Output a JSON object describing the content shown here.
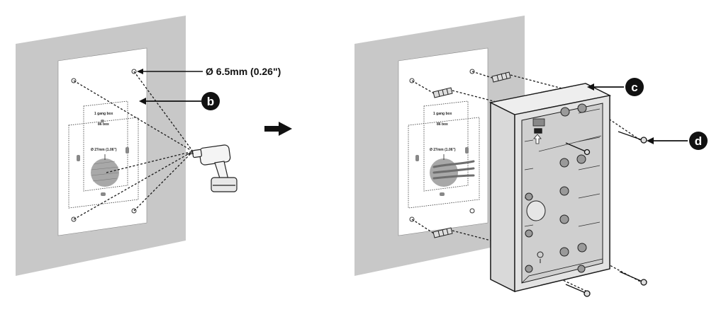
{
  "annotations": {
    "drill_size": "Ø 6.5mm (0.26\")",
    "callout_b": "b",
    "callout_c": "c",
    "callout_d": "d"
  },
  "template_left": {
    "gang_box_label": "1 gang box",
    "box_label": "86 box",
    "hole_label": "Ø 27mm (1.06\")"
  },
  "template_right": {
    "gang_box_label": "1 gang box",
    "box_label": "86 box",
    "hole_label": "Ø 27mm (1.06\")"
  },
  "colors": {
    "wall": "#c8c8c8",
    "paper": "#ffffff",
    "line": "#1a1a1a",
    "callout_fill": "#111111",
    "callout_text": "#ffffff",
    "hole_fill": "#9a9a9a",
    "box_fill": "#e6e6e6",
    "box_inner": "#cfcfcf"
  }
}
